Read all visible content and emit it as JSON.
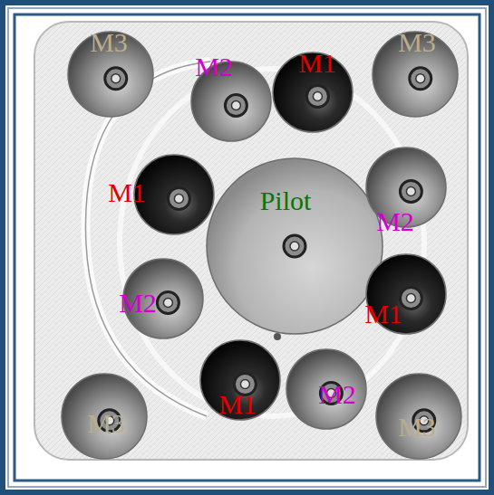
{
  "diagram": {
    "nodes": [
      {
        "text": [
          "M3"
        ]
      },
      {
        "text": [
          "M2"
        ]
      },
      {
        "text": [
          "M1"
        ]
      },
      {
        "text": [
          "M3"
        ]
      },
      {
        "text": [
          "M1"
        ]
      },
      {
        "text": [
          "Pilot"
        ]
      },
      {
        "text": [
          "M2"
        ]
      },
      {
        "text": [
          "M2"
        ]
      },
      {
        "text": [
          "M1"
        ]
      },
      {
        "text": [
          "M1"
        ]
      },
      {
        "text": [
          "M2"
        ]
      },
      {
        "text": [
          "M3"
        ]
      },
      {
        "text": [
          "M3"
        ]
      }
    ]
  }
}
